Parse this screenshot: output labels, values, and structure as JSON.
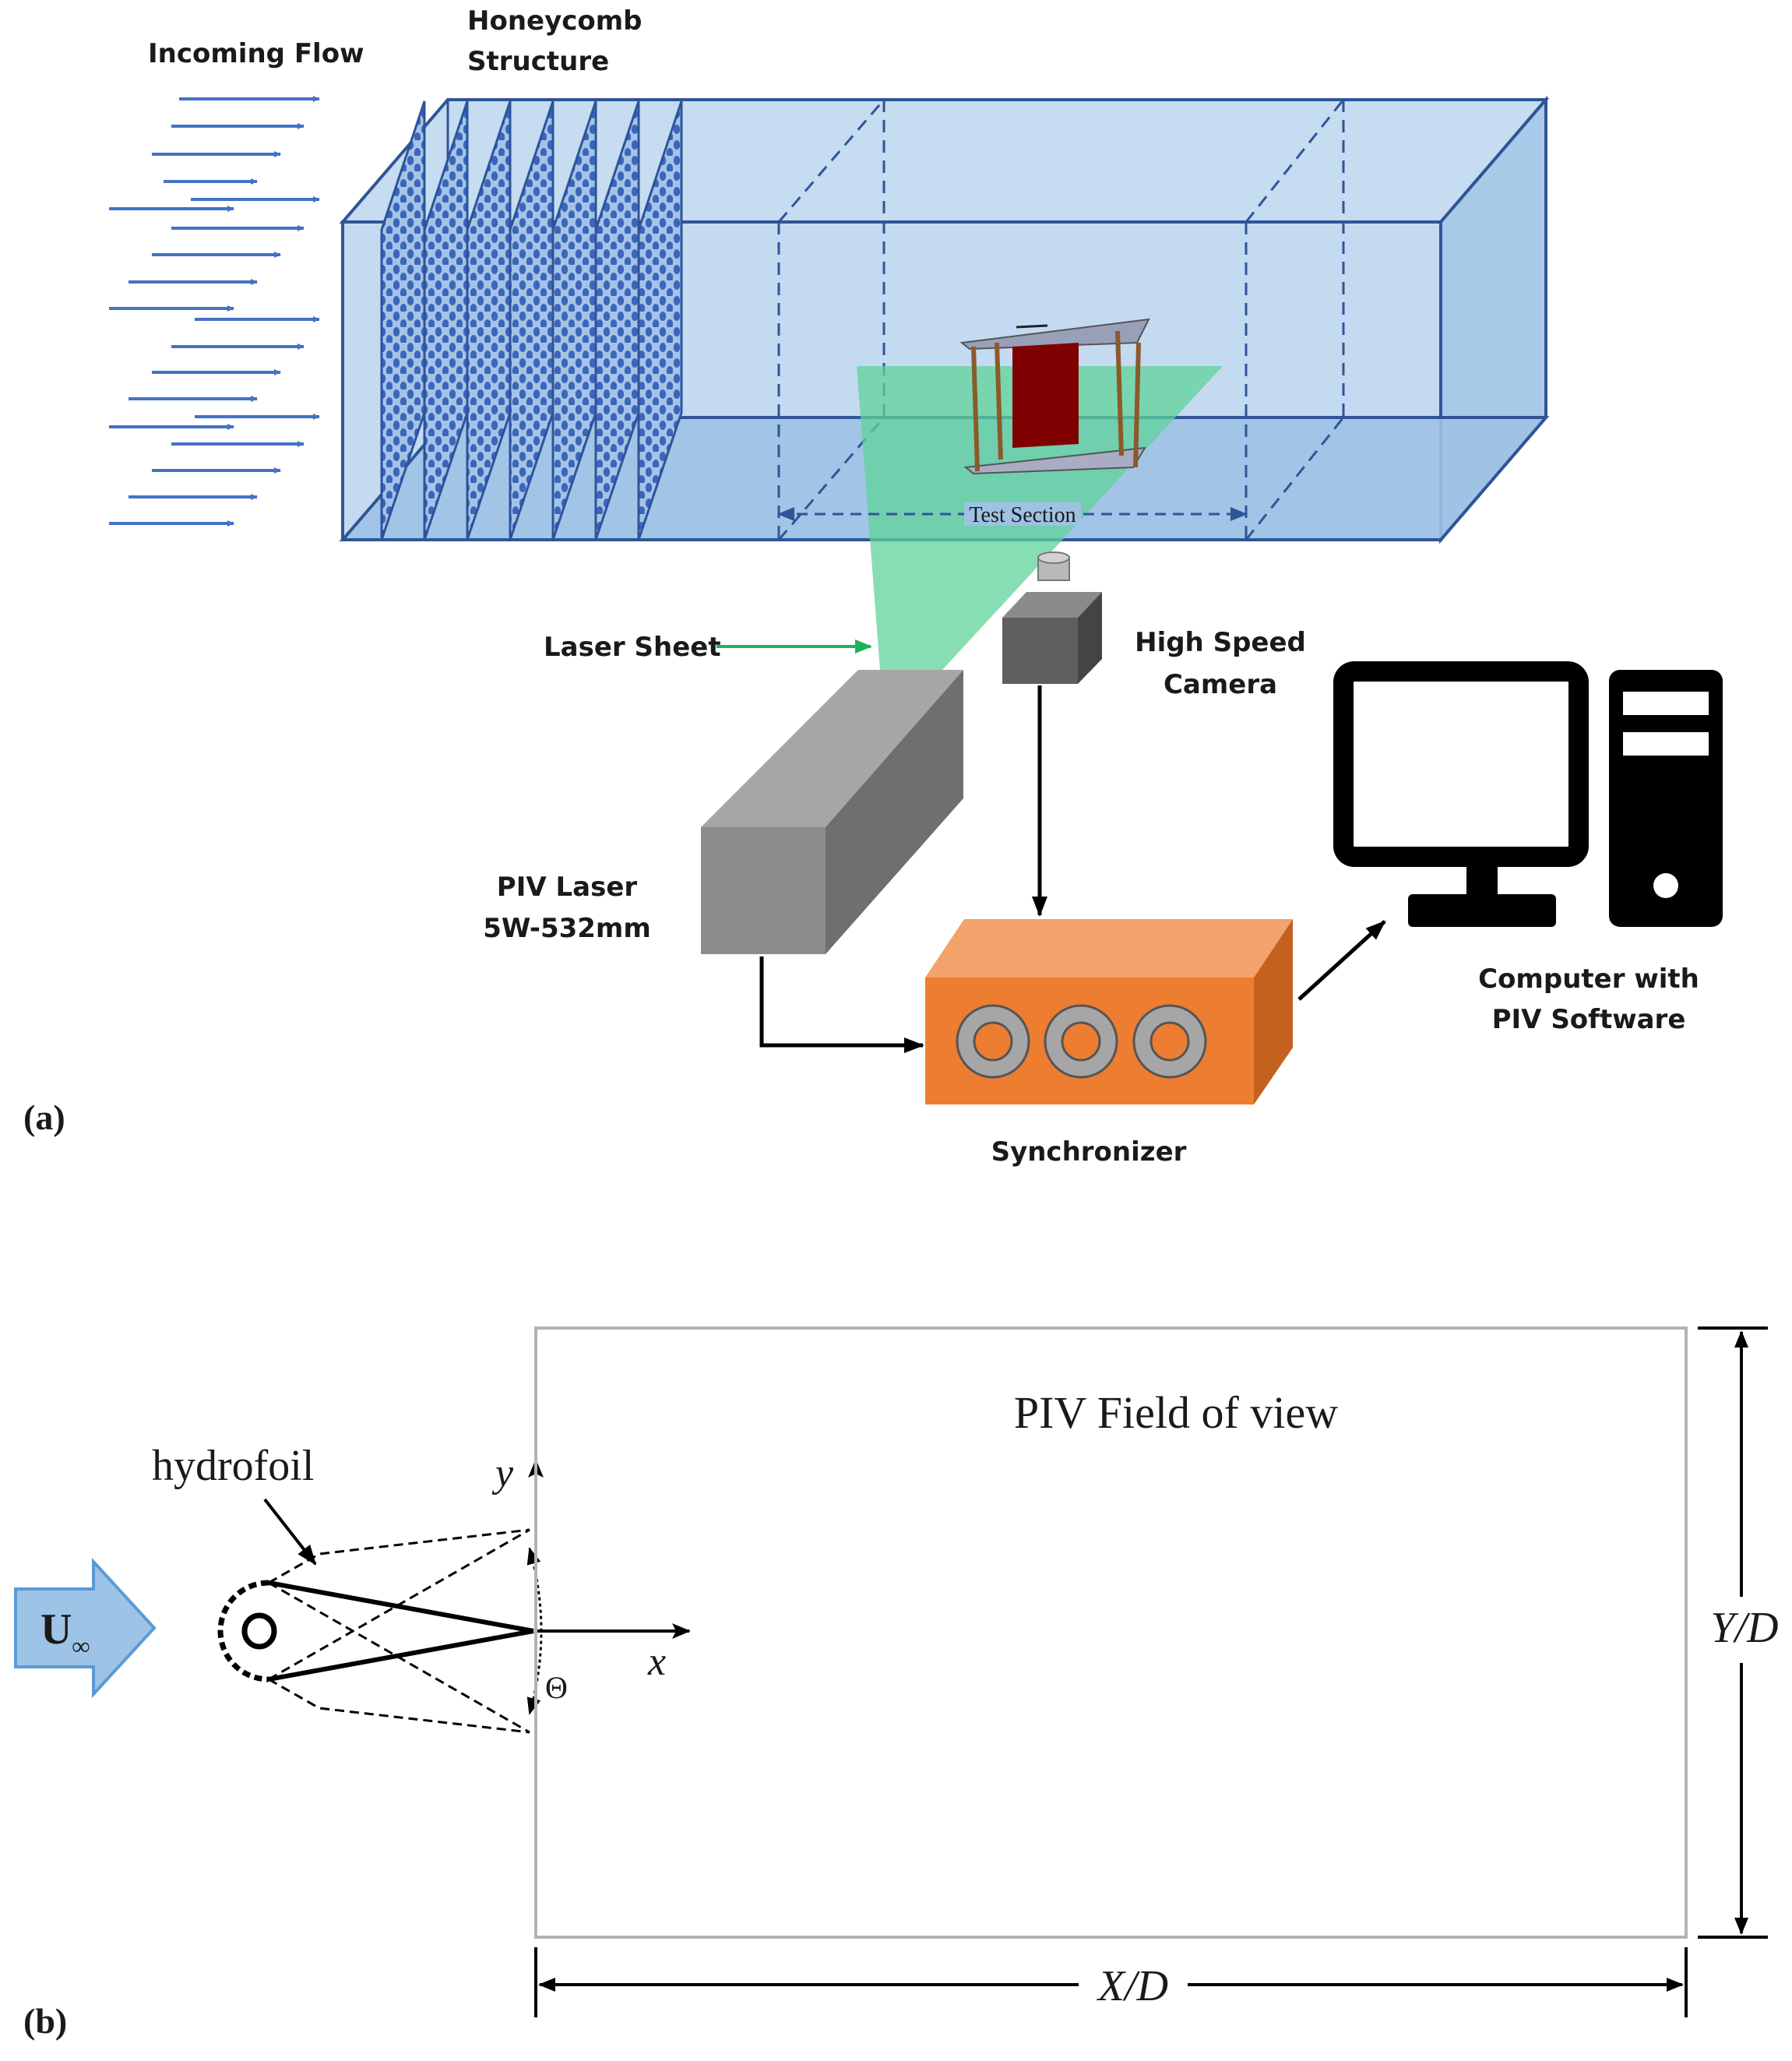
{
  "panel_a": {
    "label": "(a)",
    "incoming_flow": "Incoming Flow",
    "honeycomb_line1": "Honeycomb",
    "honeycomb_line2": "Structure",
    "test_section": "Test Section",
    "laser_sheet": "Laser Sheet",
    "camera_line1": "High Speed",
    "camera_line2": "Camera",
    "laser_line1": "PIV Laser",
    "laser_line2": "5W-532mm",
    "synchronizer": "Synchronizer",
    "computer_line1": "Computer with",
    "computer_line2": "PIV Software"
  },
  "panel_b": {
    "label": "(b)",
    "hydrofoil": "hydrofoil",
    "freestream": "U",
    "freestream_sub": "∞",
    "axis_y": "y",
    "axis_x": "x",
    "angle": "Θ",
    "field_of_view": "PIV Field of view",
    "height_dim": "Y/D",
    "width_dim": "X/D"
  },
  "colors": {
    "flow_arrow": "#4472c4",
    "tank_fill": "#bdd7ee",
    "tank_edge": "#2f5597",
    "laser_sheet": "#5fd39a",
    "laser_arrow": "#1db35b",
    "synchronizer": "#ed7d31",
    "model_plate": "#7f0000",
    "freestream_arrow": "#9dc3e6"
  }
}
